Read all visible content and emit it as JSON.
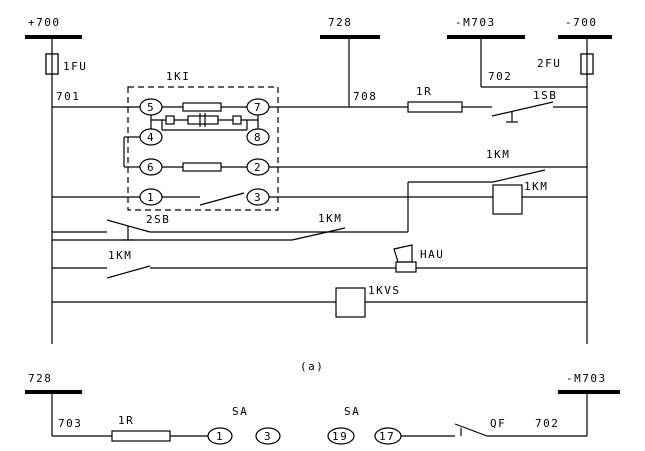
{
  "top": {
    "bus_left": "+700",
    "bus_728": "728",
    "bus_m703": "-M703",
    "bus_right": "-700",
    "fuse_left": "1FU",
    "fuse_right": "2FU",
    "wire_701": "701",
    "wire_702": "702",
    "wire_708": "708",
    "relay_block": "1KI",
    "pins": [
      "5",
      "7",
      "4",
      "8",
      "6",
      "2",
      "1",
      "3"
    ],
    "resistor_1r": "1R",
    "sb1": "1SB",
    "km_contact_a": "1KM",
    "km_coil": "1KM",
    "sb2": "2SB",
    "km_contact_b": "1KM",
    "km_contact_c": "1KM",
    "horn": "HAU",
    "kvs_coil": "1KVS"
  },
  "caption": "(a)",
  "bottom": {
    "bus_left": "728",
    "bus_right": "-M703",
    "wire_703": "703",
    "resistor": "1R",
    "sa_left": "SA",
    "sa_right": "SA",
    "terminals": [
      "1",
      "3",
      "19",
      "17"
    ],
    "qf": "QF",
    "wire_702": "702"
  }
}
